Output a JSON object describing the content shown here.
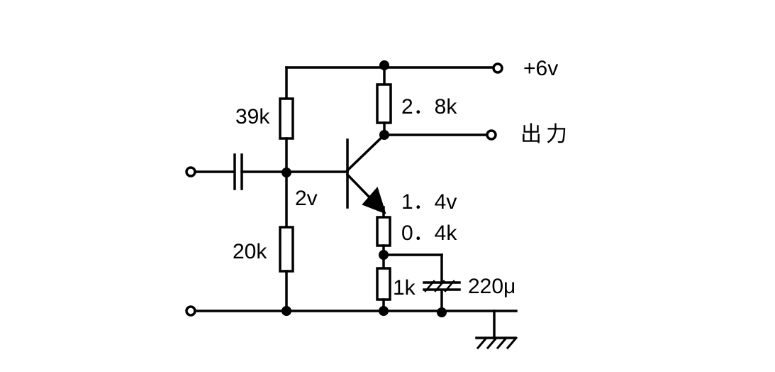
{
  "labels": {
    "supply": "+6v",
    "output": "出力",
    "r_collector": "2．8k",
    "r_bias_top": "39k",
    "r_bias_bottom": "20k",
    "base_voltage": "2v",
    "emitter_voltage": "1．4v",
    "r_emitter": "0．4k",
    "r_emitter_bypass": "1k",
    "capacitor": "220μ"
  }
}
